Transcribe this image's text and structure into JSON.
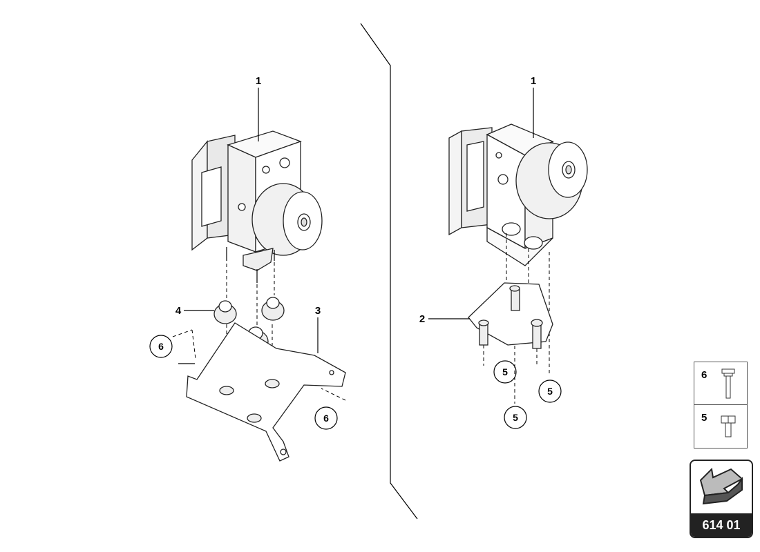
{
  "diagram": {
    "callouts": {
      "left_unit": "1",
      "right_unit": "1",
      "bracket_right": "2",
      "bracket_left": "3",
      "damper": "4",
      "bolt_left_a": "6",
      "bolt_left_b": "6",
      "bolt_right_a": "5",
      "bolt_right_b": "5",
      "bolt_right_c": "5"
    }
  },
  "legend": [
    {
      "number": "6",
      "icon": "long-bolt-icon"
    },
    {
      "number": "5",
      "icon": "short-bolt-icon"
    }
  ],
  "nav": {
    "code": "614 01",
    "icon": "arrow-icon"
  }
}
